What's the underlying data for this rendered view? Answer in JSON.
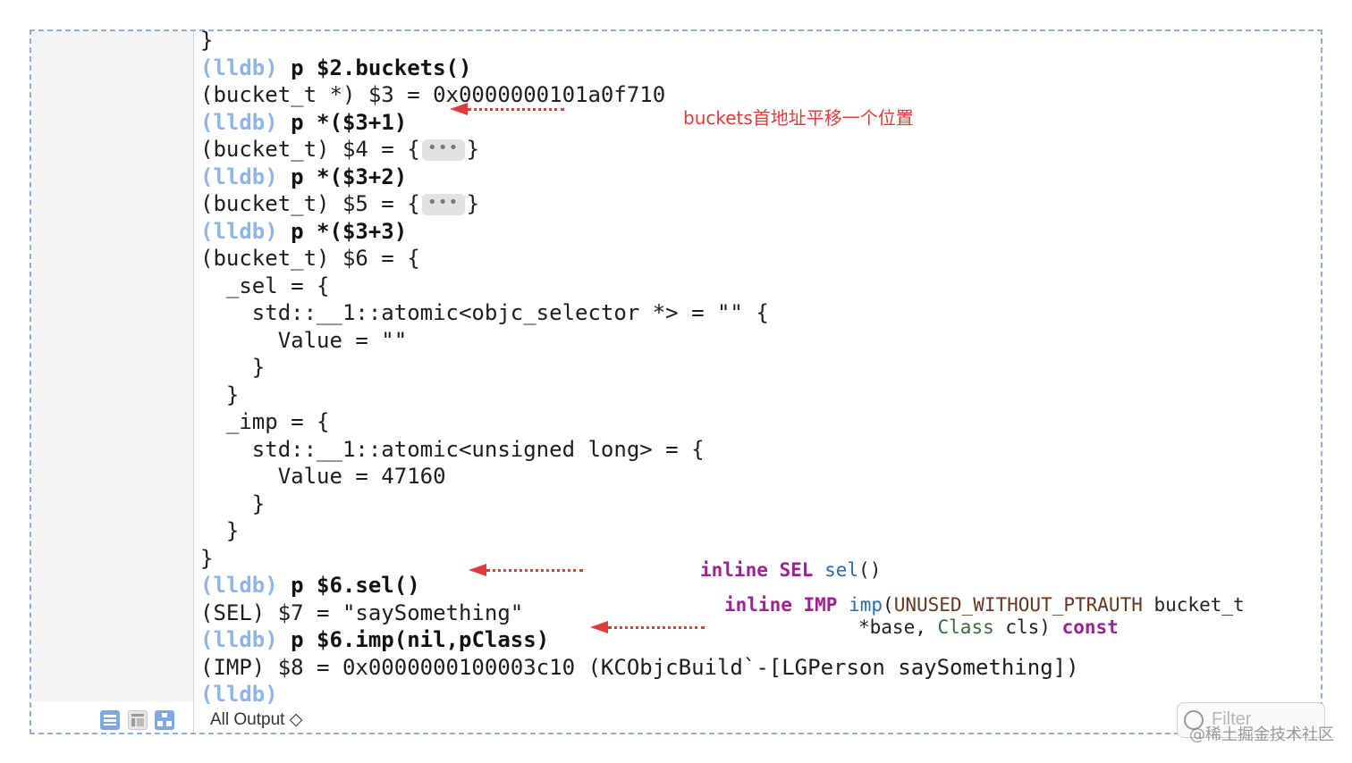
{
  "console": {
    "lines": [
      {
        "type": "output",
        "text": "}"
      },
      {
        "type": "command",
        "prompt": "(lldb)",
        "cmd": " p $2.buckets()"
      },
      {
        "type": "output",
        "text": "(bucket_t *) $3 = 0x0000000101a0f710"
      },
      {
        "type": "command",
        "prompt": "(lldb)",
        "cmd": " p *($3+1)"
      },
      {
        "type": "collapsed",
        "text": "(bucket_t) $4 = {",
        "collapsed": "•••",
        "after": "}"
      },
      {
        "type": "command",
        "prompt": "(lldb)",
        "cmd": " p *($3+2)"
      },
      {
        "type": "collapsed",
        "text": "(bucket_t) $5 = {",
        "collapsed": "•••",
        "after": "}"
      },
      {
        "type": "command",
        "prompt": "(lldb)",
        "cmd": " p *($3+3)"
      },
      {
        "type": "output",
        "text": "(bucket_t) $6 = {"
      },
      {
        "type": "output",
        "text": "  _sel = {"
      },
      {
        "type": "output",
        "text": "    std::__1::atomic<objc_selector *> = \"\" {"
      },
      {
        "type": "output",
        "text": "      Value = \"\""
      },
      {
        "type": "output",
        "text": "    }"
      },
      {
        "type": "output",
        "text": "  }"
      },
      {
        "type": "output",
        "text": "  _imp = {"
      },
      {
        "type": "output",
        "text": "    std::__1::atomic<unsigned long> = {"
      },
      {
        "type": "output",
        "text": "      Value = 47160"
      },
      {
        "type": "output",
        "text": "    }"
      },
      {
        "type": "output",
        "text": "  }"
      },
      {
        "type": "output",
        "text": "}"
      },
      {
        "type": "command",
        "prompt": "(lldb)",
        "cmd": " p $6.sel()"
      },
      {
        "type": "output",
        "text": "(SEL) $7 = \"saySomething\""
      },
      {
        "type": "command",
        "prompt": "(lldb)",
        "cmd": " p $6.imp(nil,pClass)"
      },
      {
        "type": "output",
        "text": "(IMP) $8 = 0x0000000100003c10 (KCObjcBuild`-[LGPerson saySomething])"
      },
      {
        "type": "prompt",
        "prompt": "(lldb)"
      }
    ]
  },
  "annotations": {
    "buckets_note": "buckets首地址平移一个位置",
    "sel_code": {
      "kw1": "inline",
      "type": "SEL",
      "fn": "sel",
      "rest": "()"
    },
    "imp_code": {
      "kw1": "inline",
      "type": "IMP",
      "fn": "imp",
      "paren_open": "(",
      "macro": "UNUSED_WITHOUT_PTRAUTH",
      "arg1": " bucket_t",
      "line2_a": "*base, ",
      "class_kw": "Class",
      "line2_b": " cls) ",
      "const_kw": "const"
    }
  },
  "bottom_bar": {
    "output_mode": "All Output ◇",
    "filter_placeholder": "Filter"
  },
  "watermark": "@稀土掘金技术社区",
  "colors": {
    "prompt": "#8fb4e6",
    "arrow": "#e03b3b",
    "keyword": "#9b2393",
    "function": "#2a6ea6",
    "frame": "#8fb0dc"
  }
}
